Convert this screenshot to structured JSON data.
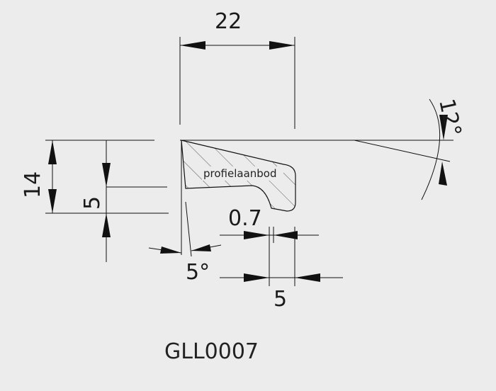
{
  "drawing": {
    "product_code": "GLL0007",
    "watermark": "profielaanbod",
    "dimensions": {
      "width": "22",
      "height": "14",
      "inner_height": "5",
      "lip_gap": "0.7",
      "lip_width": "5",
      "draft_angle": "5°",
      "top_angle": "12°"
    },
    "colors": {
      "background": "#ececec",
      "line": "#111111",
      "hatch": "#555555"
    }
  }
}
